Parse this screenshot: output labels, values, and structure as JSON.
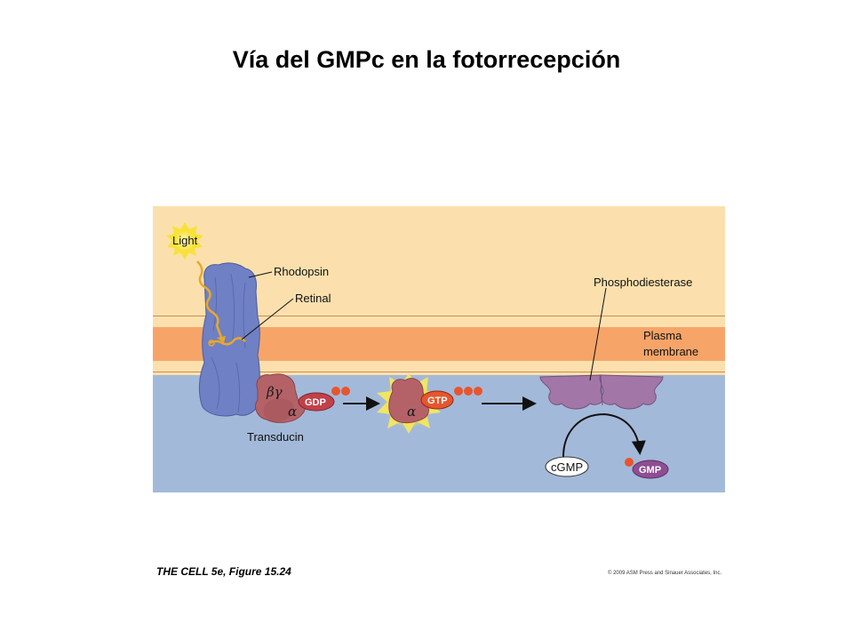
{
  "title": "Vía del GMPc en la fotorrecepción",
  "labels": {
    "light": "Light",
    "rhodopsin": "Rhodopsin",
    "retinal": "Retinal",
    "phosphodiesterase": "Phosphodiesterase",
    "plasma_membrane_line1": "Plasma",
    "plasma_membrane_line2": "membrane",
    "transducin": "Transducin",
    "beta_gamma": "βγ",
    "alpha": "α",
    "alpha_active": "α",
    "gdp": "GDP",
    "gtp": "GTP",
    "cgmp": "cGMP",
    "gmp": "GMP"
  },
  "caption": "THE CELL 5e, Figure 15.24",
  "copyright": "© 2009 ASM Press and Sinauer Associates, Inc.",
  "colors": {
    "extracellular": "#fbe0ae",
    "membrane_core": "#f7a468",
    "cytoplasm": "#a3b9d9",
    "rhodopsin": "#6f80c4",
    "transducin": "#b46268",
    "phosphodiesterase": "#a277a8",
    "phosphate": "#e8552d",
    "light_glow": "#f8ea5a"
  }
}
